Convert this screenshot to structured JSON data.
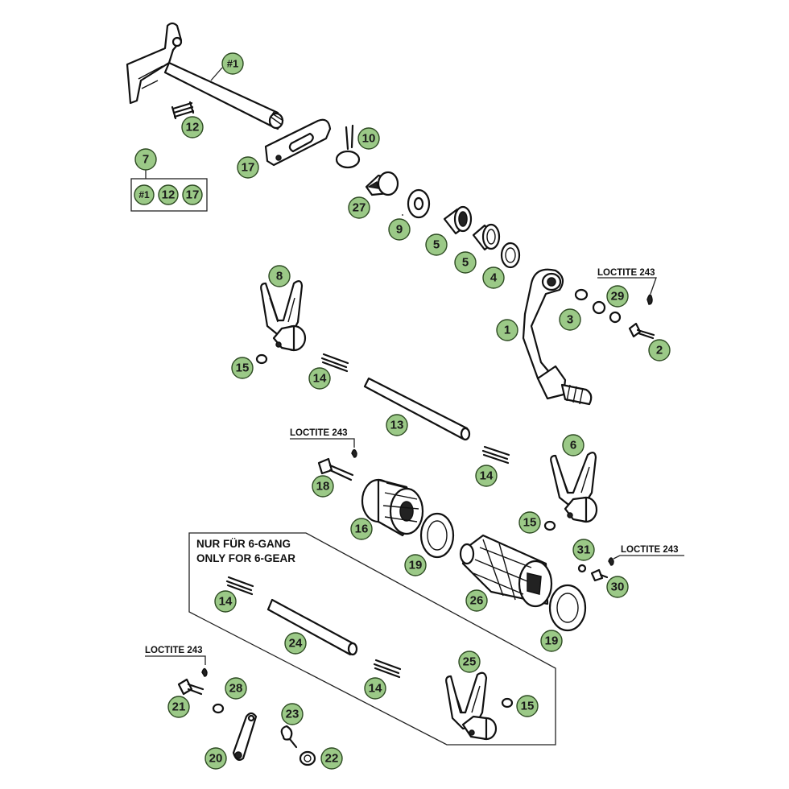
{
  "callouts": {
    "c1_shaft": "#1",
    "c12_top": "12",
    "c17_top": "17",
    "c10": "10",
    "c7": "7",
    "c27": "27",
    "c9": "9",
    "c5a": "5",
    "c5b": "5",
    "c4": "4",
    "c8": "8",
    "c3": "3",
    "c29": "29",
    "c1": "1",
    "c2": "2",
    "c15a": "15",
    "c14a": "14",
    "c13": "13",
    "c6": "6",
    "c18": "18",
    "c14b": "14",
    "c16": "16",
    "c15b": "15",
    "c31": "31",
    "c30": "30",
    "c19a": "19",
    "c26": "26",
    "c19b": "19",
    "c14c": "14",
    "c24": "24",
    "c25": "25",
    "c14d": "14",
    "c15c": "15",
    "c21": "21",
    "c28": "28",
    "c23": "23",
    "c20": "20",
    "c22": "22"
  },
  "kit_box": [
    "#1",
    "12",
    "17"
  ],
  "notes": {
    "loctite_pedal": "LOCTITE 243",
    "loctite_screw18": "LOCTITE 243",
    "loctite_screw30": "LOCTITE 243",
    "loctite_screw21": "LOCTITE 243",
    "six_gear_de": "NUR FÜR 6-GANG",
    "six_gear_en": "ONLY FOR 6-GEAR"
  },
  "colors": {
    "callout_fill": "#9bc987",
    "callout_stroke": "#2d4a22",
    "line": "#111111"
  }
}
